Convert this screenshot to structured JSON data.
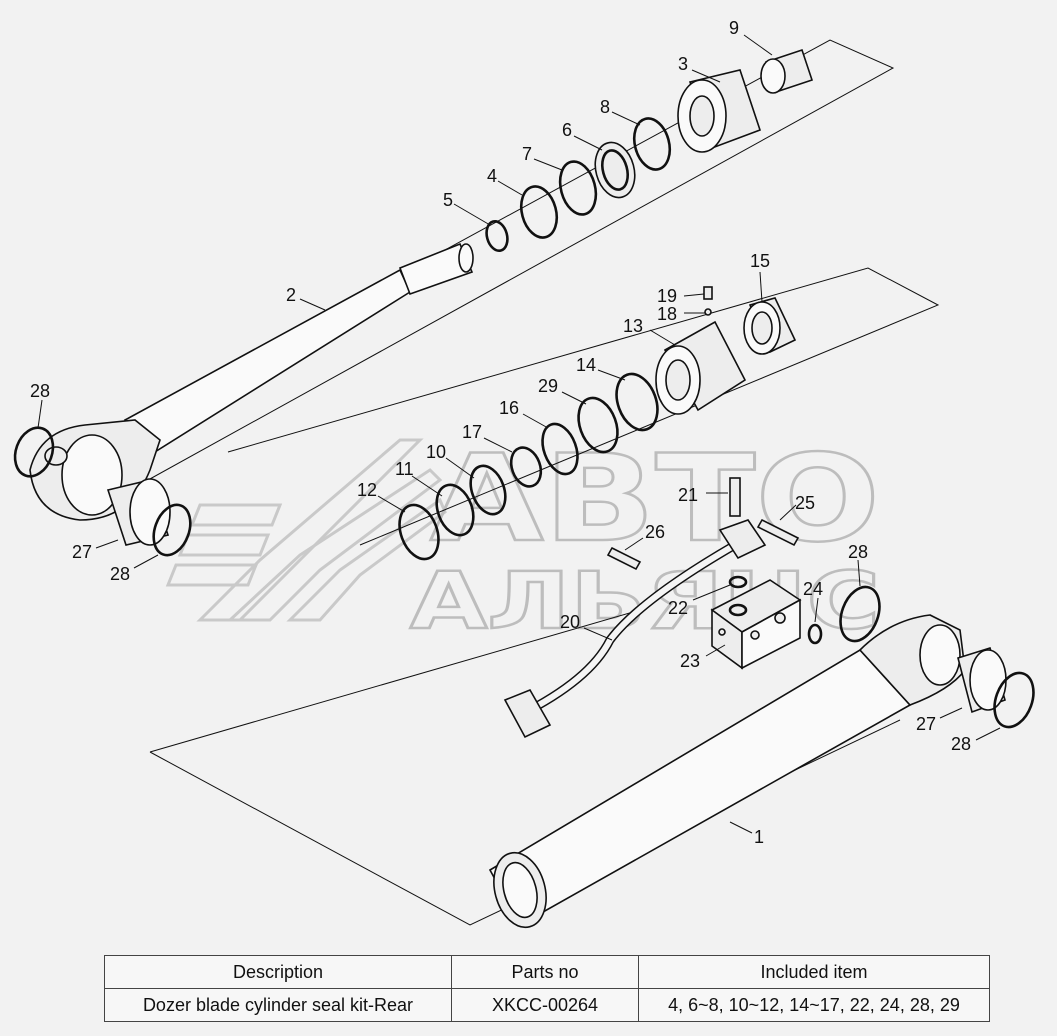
{
  "watermark": {
    "line1": "АВТО",
    "line2": "АЛЬЯНС"
  },
  "callouts": [
    {
      "id": "c9",
      "label": "9"
    },
    {
      "id": "c3",
      "label": "3"
    },
    {
      "id": "c8",
      "label": "8"
    },
    {
      "id": "c6",
      "label": "6"
    },
    {
      "id": "c7",
      "label": "7"
    },
    {
      "id": "c4",
      "label": "4"
    },
    {
      "id": "c5",
      "label": "5"
    },
    {
      "id": "c2",
      "label": "2"
    },
    {
      "id": "c28a",
      "label": "28"
    },
    {
      "id": "c27a",
      "label": "27"
    },
    {
      "id": "c28b",
      "label": "28"
    },
    {
      "id": "c15",
      "label": "15"
    },
    {
      "id": "c19",
      "label": "19"
    },
    {
      "id": "c18",
      "label": "18"
    },
    {
      "id": "c13",
      "label": "13"
    },
    {
      "id": "c14",
      "label": "14"
    },
    {
      "id": "c29",
      "label": "29"
    },
    {
      "id": "c16",
      "label": "16"
    },
    {
      "id": "c17",
      "label": "17"
    },
    {
      "id": "c10",
      "label": "10"
    },
    {
      "id": "c11",
      "label": "11"
    },
    {
      "id": "c12",
      "label": "12"
    },
    {
      "id": "c21",
      "label": "21"
    },
    {
      "id": "c25",
      "label": "25"
    },
    {
      "id": "c26",
      "label": "26"
    },
    {
      "id": "c28c",
      "label": "28"
    },
    {
      "id": "c24",
      "label": "24"
    },
    {
      "id": "c22",
      "label": "22"
    },
    {
      "id": "c20",
      "label": "20"
    },
    {
      "id": "c23",
      "label": "23"
    },
    {
      "id": "c27b",
      "label": "27"
    },
    {
      "id": "c28d",
      "label": "28"
    },
    {
      "id": "c1",
      "label": "1"
    }
  ],
  "table": {
    "headers": [
      "Description",
      "Parts no",
      "Included item"
    ],
    "rows": [
      [
        "Dozer blade cylinder seal kit-Rear",
        "XKCC-00264",
        "4, 6~8, 10~12, 14~17, 22, 24, 28, 29"
      ]
    ]
  }
}
